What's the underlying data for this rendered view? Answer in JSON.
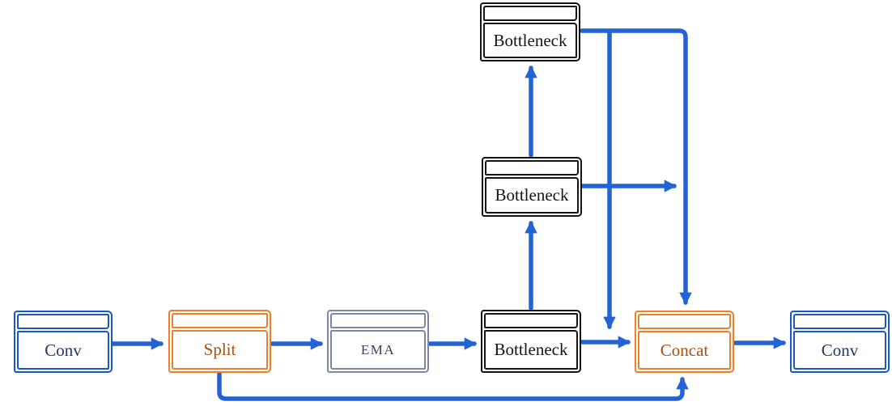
{
  "diagram": {
    "type": "flow-diagram",
    "description": "Neural network module block diagram (C2f-style block with EMA attention): Conv feeds Split, one branch passes through EMA and a chain of Bottleneck blocks, all branch outputs merge in Concat which feeds a final Conv.",
    "background_color": "#ffffff",
    "arrow_color": "#2463d4",
    "nodes": [
      {
        "id": "conv-in",
        "label": "Conv",
        "color_scheme": "blue",
        "stroke": "#1758c8",
        "text_color": "#21386b"
      },
      {
        "id": "split",
        "label": "Split",
        "color_scheme": "orange",
        "stroke": "#f07d27",
        "text_color": "#a8500f"
      },
      {
        "id": "ema",
        "label": "EMA",
        "color_scheme": "gray",
        "stroke": "#7d89a3",
        "text_color": "#36415c"
      },
      {
        "id": "bottleneck-1",
        "label": "Bottleneck",
        "color_scheme": "black",
        "stroke": "#141414",
        "text_color": "#141414"
      },
      {
        "id": "bottleneck-2",
        "label": "Bottleneck",
        "color_scheme": "black",
        "stroke": "#141414",
        "text_color": "#141414"
      },
      {
        "id": "bottleneck-3",
        "label": "Bottleneck",
        "color_scheme": "black",
        "stroke": "#141414",
        "text_color": "#141414"
      },
      {
        "id": "concat",
        "label": "Concat",
        "color_scheme": "orange",
        "stroke": "#f07d27",
        "text_color": "#a8500f"
      },
      {
        "id": "conv-out",
        "label": "Conv",
        "color_scheme": "blue",
        "stroke": "#1758c8",
        "text_color": "#21386b"
      }
    ],
    "edges": [
      {
        "from": "conv-in",
        "to": "split",
        "route": "horizontal"
      },
      {
        "from": "split",
        "to": "ema",
        "route": "horizontal"
      },
      {
        "from": "ema",
        "to": "bottleneck-1",
        "route": "horizontal"
      },
      {
        "from": "bottleneck-1",
        "to": "concat",
        "route": "horizontal"
      },
      {
        "from": "bottleneck-1",
        "to": "bottleneck-2",
        "route": "vertical-up"
      },
      {
        "from": "bottleneck-2",
        "to": "bottleneck-3",
        "route": "vertical-up"
      },
      {
        "from": "bottleneck-3",
        "to": "concat",
        "route": "right-then-down-into-concat-top"
      },
      {
        "from": "bottleneck-3",
        "to": "concat",
        "route": "branch-down-onto-concat-input-line"
      },
      {
        "from": "bottleneck-2",
        "to": "concat",
        "route": "right-into-down-trunk"
      },
      {
        "from": "split",
        "to": "concat",
        "route": "bottom-bypass-into-concat-bottom"
      },
      {
        "from": "concat",
        "to": "conv-out",
        "route": "horizontal"
      }
    ]
  }
}
